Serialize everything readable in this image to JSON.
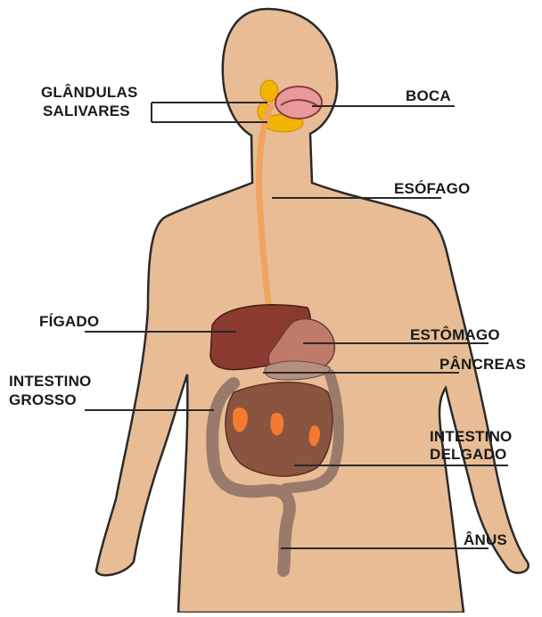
{
  "labels": {
    "glandulas_line1": "GLÂNDULAS",
    "glandulas_line2": "SALIVARES",
    "boca": "BOCA",
    "esofago": "ESÓFAGO",
    "figado": "FÍGADO",
    "estomago": "ESTÔMAGO",
    "pancreas": "PÂNCREAS",
    "intestino_grosso_line1": "INTESTINO",
    "intestino_grosso_line2": "GROSSO",
    "intestino_delgado_line1": "INTESTINO",
    "intestino_delgado_line2": "DELGADO",
    "anus": "ÂNUS"
  },
  "colors": {
    "skin": "#e8bd95",
    "outline": "#2a2a2a",
    "esophagus": "#f0a460",
    "liver": "#8b3a2e",
    "stomach": "#c07a6a",
    "intestine": "#8a5540",
    "intestine_highlight": "#f57a30",
    "colon": "#9a7a6a",
    "gland": "#f2b400",
    "mouth": "#e89a9a"
  }
}
